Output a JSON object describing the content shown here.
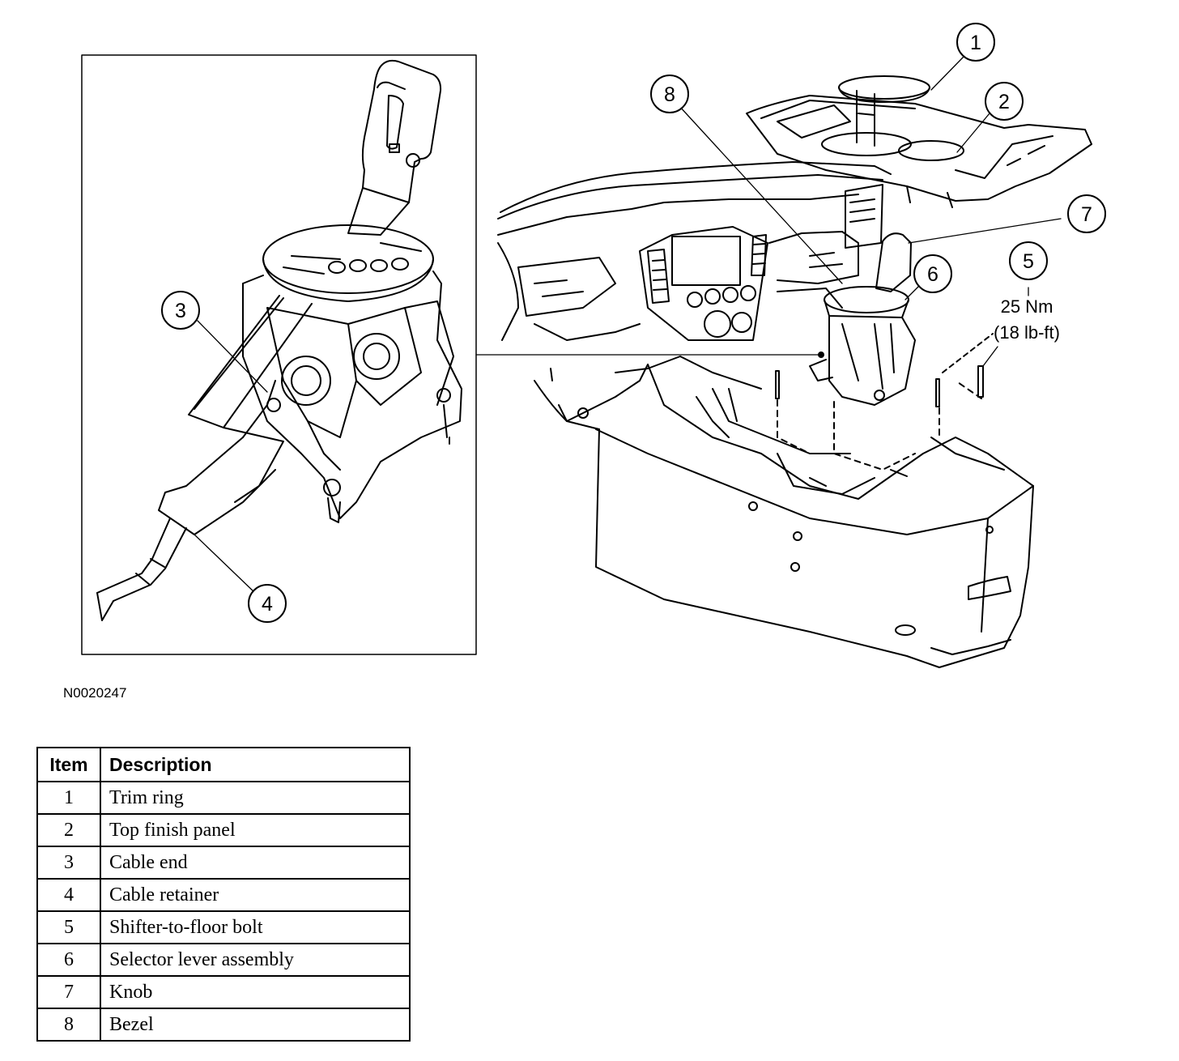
{
  "figure_id": "N0020247",
  "callouts": [
    "1",
    "2",
    "3",
    "4",
    "5",
    "6",
    "7",
    "8"
  ],
  "torque": {
    "metric": "25 Nm",
    "imperial": "(18 lb-ft)"
  },
  "legend": {
    "headers": {
      "item": "Item",
      "description": "Description"
    },
    "rows": [
      {
        "item": "1",
        "description": "Trim ring"
      },
      {
        "item": "2",
        "description": "Top finish panel"
      },
      {
        "item": "3",
        "description": "Cable end"
      },
      {
        "item": "4",
        "description": "Cable retainer"
      },
      {
        "item": "5",
        "description": "Shifter-to-floor bolt"
      },
      {
        "item": "6",
        "description": "Selector lever assembly"
      },
      {
        "item": "7",
        "description": "Knob"
      },
      {
        "item": "8",
        "description": "Bezel"
      }
    ]
  }
}
